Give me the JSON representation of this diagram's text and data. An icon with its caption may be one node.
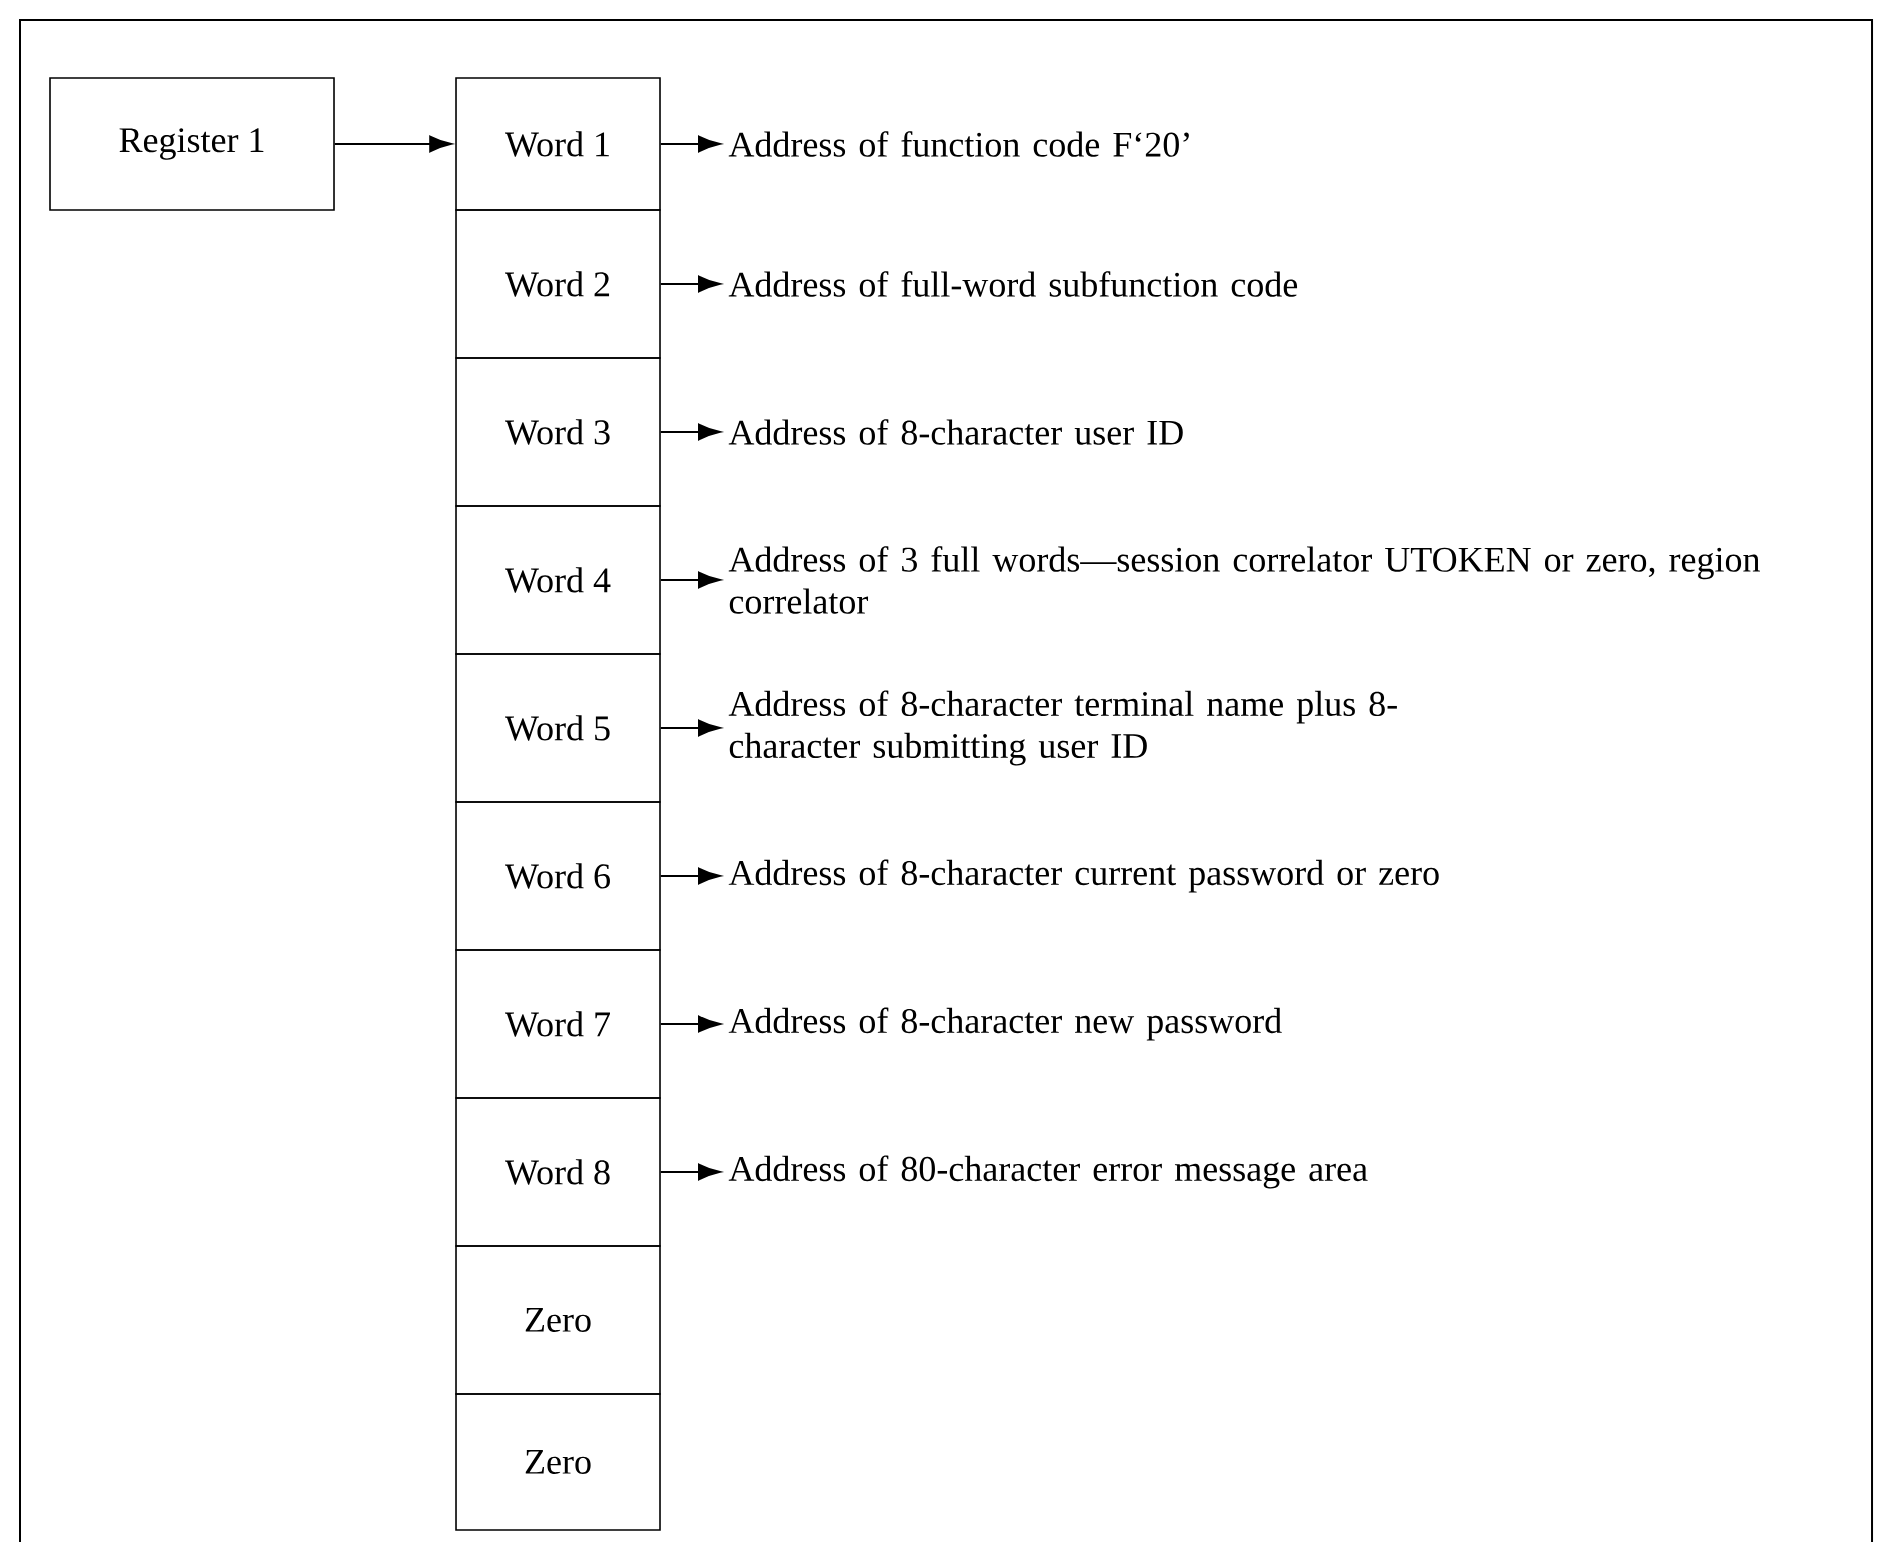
{
  "diagram": {
    "nodes": [
      {
        "text": [
          "Register 1"
        ]
      },
      {
        "text": [
          "Word 1"
        ]
      },
      {
        "text": [
          "Word 2"
        ]
      },
      {
        "text": [
          "Word 3"
        ]
      },
      {
        "text": [
          "Word 4"
        ]
      },
      {
        "text": [
          "Word 5"
        ]
      },
      {
        "text": [
          "Word 6"
        ]
      },
      {
        "text": [
          "Word 7"
        ]
      },
      {
        "text": [
          "Word 8"
        ]
      },
      {
        "text": [
          "Zero"
        ]
      },
      {
        "text": [
          "Zero"
        ]
      },
      {
        "text": [
          "Address of function code F‘20’"
        ]
      },
      {
        "text": [
          "Address of full-word subfunction code"
        ]
      },
      {
        "text": [
          "Address of 8-character user ID"
        ]
      },
      {
        "text": [
          "Address of 3 full words—session correlator UTOKEN or zero, region correlator"
        ]
      },
      {
        "text": [
          "Address of 8-character terminal name plus 8-character submitting user ID"
        ]
      },
      {
        "text": [
          "Address of 8-character current password or zero"
        ]
      },
      {
        "text": [
          "Address of 8-character new password"
        ]
      },
      {
        "text": [
          "Address of 80-character error message area"
        ]
      }
    ],
    "edges": [
      {
        "from": 0,
        "to": 1,
        "arrow": "to"
      },
      {
        "from": 1,
        "to": 11,
        "arrow": "to"
      },
      {
        "from": 2,
        "to": 12,
        "arrow": "to"
      },
      {
        "from": 3,
        "to": 13,
        "arrow": "to"
      },
      {
        "from": 4,
        "to": 14,
        "arrow": "to"
      },
      {
        "from": 5,
        "to": 15,
        "arrow": "to"
      },
      {
        "from": 6,
        "to": 16,
        "arrow": "to"
      },
      {
        "from": 7,
        "to": 17,
        "arrow": "to"
      },
      {
        "from": 8,
        "to": 18,
        "arrow": "to"
      }
    ]
  }
}
